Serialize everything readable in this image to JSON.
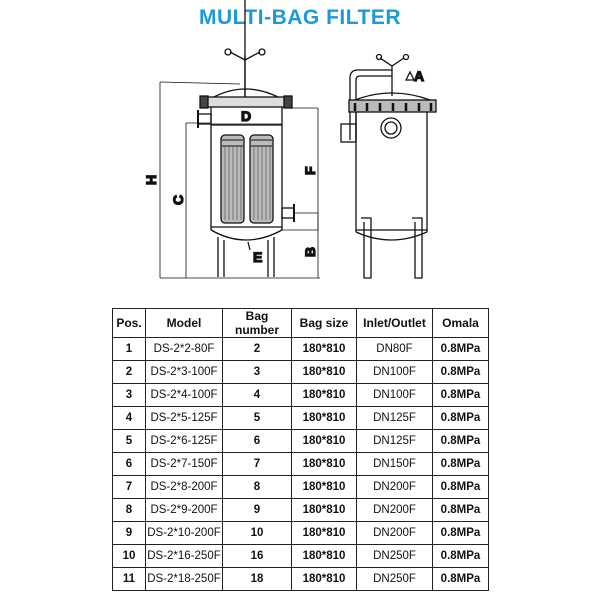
{
  "title": "MULTI-BAG FILTER",
  "diagram_labels": {
    "D": "D",
    "F": "F",
    "H": "H",
    "C": "C",
    "B": "B",
    "E": "E",
    "A": "A"
  },
  "colors": {
    "title": "#1d9ad6"
  },
  "table": {
    "headers": [
      "Pos.",
      "Model",
      "Bag number",
      "Bag size",
      "Inlet/Outlet",
      "Omala"
    ],
    "rows": [
      [
        "1",
        "DS-2*2-80F",
        "2",
        "180*810",
        "DN80F",
        "0.8MPa"
      ],
      [
        "2",
        "DS-2*3-100F",
        "3",
        "180*810",
        "DN100F",
        "0.8MPa"
      ],
      [
        "3",
        "DS-2*4-100F",
        "4",
        "180*810",
        "DN100F",
        "0.8MPa"
      ],
      [
        "4",
        "DS-2*5-125F",
        "5",
        "180*810",
        "DN125F",
        "0.8MPa"
      ],
      [
        "5",
        "DS-2*6-125F",
        "6",
        "180*810",
        "DN125F",
        "0.8MPa"
      ],
      [
        "6",
        "DS-2*7-150F",
        "7",
        "180*810",
        "DN150F",
        "0.8MPa"
      ],
      [
        "7",
        "DS-2*8-200F",
        "8",
        "180*810",
        "DN200F",
        "0.8MPa"
      ],
      [
        "8",
        "DS-2*9-200F",
        "9",
        "180*810",
        "DN200F",
        "0.8MPa"
      ],
      [
        "9",
        "DS-2*10-200F",
        "10",
        "180*810",
        "DN200F",
        "0.8MPa"
      ],
      [
        "10",
        "DS-2*16-250F",
        "16",
        "180*810",
        "DN250F",
        "0.8MPa"
      ],
      [
        "11",
        "DS-2*18-250F",
        "18",
        "180*810",
        "DN250F",
        "0.8MPa"
      ]
    ]
  }
}
